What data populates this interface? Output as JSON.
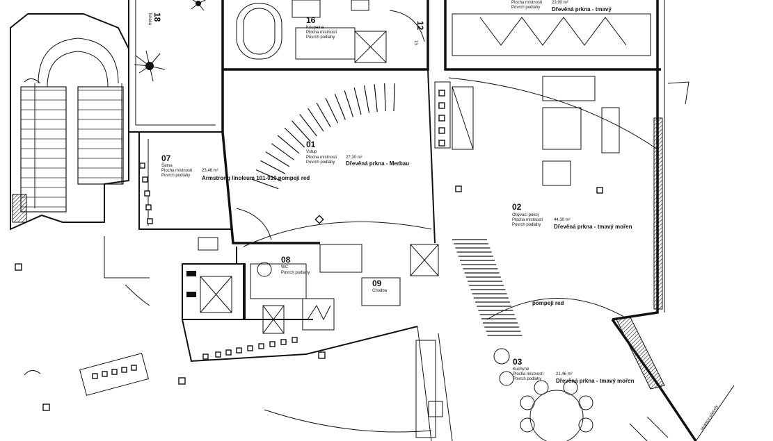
{
  "rooms": [
    {
      "id": "r01",
      "number": "01",
      "name": "Vstup",
      "sub1": "Plocha místnosti",
      "sub2": "Povrch podlahy",
      "area": "27,30 m²",
      "material": "Dřevěná prkna - Merbau"
    },
    {
      "id": "r02",
      "number": "02",
      "name": "Obývací pokoj",
      "sub1": "Plocha místnosti",
      "sub2": "Povrch podlahy",
      "area": "44,30 m²",
      "material": "Dřevěná prkna - tmavý mořen"
    },
    {
      "id": "r03",
      "number": "03",
      "name": "Kuchyně",
      "sub1": "Plocha místnosti",
      "sub2": "Povrch podlahy",
      "area": "21,46 m²",
      "material": "Dřevěná prkna - tmavý mořen"
    },
    {
      "id": "r07",
      "number": "07",
      "name": "Šatna",
      "sub1": "Plocha místnosti",
      "sub2": "Povrch podlahy",
      "area": "23,46 m²",
      "material": "Armstrong linoleum 101-010 pompeji red"
    },
    {
      "id": "r16",
      "number": "16",
      "name": "Koupelna",
      "sub1": "Plocha místnosti",
      "sub2": "Povrch podlahy",
      "area": "",
      "material": ""
    },
    {
      "id": "r18",
      "number": "18",
      "name": "Terasa",
      "sub1": "",
      "sub2": "",
      "area": "",
      "material": ""
    },
    {
      "id": "r08",
      "number": "08",
      "name": "WC",
      "sub1": "Povrch podlahy",
      "sub2": "",
      "area": "",
      "material": ""
    },
    {
      "id": "r09",
      "number": "09",
      "name": "Chodba",
      "sub1": "",
      "sub2": "",
      "area": "",
      "material": "pompeji red"
    }
  ],
  "top_texts": {
    "top_right_area": "23,90 m²",
    "top_right_sub": "Plocha místnosti",
    "top_right_sub2": "Povrch podlahy",
    "top_right_material": "Dřevěná prkna - tmavý",
    "stair_label": "13",
    "room_tag": "12"
  },
  "edge_note": "Hranice parcely"
}
